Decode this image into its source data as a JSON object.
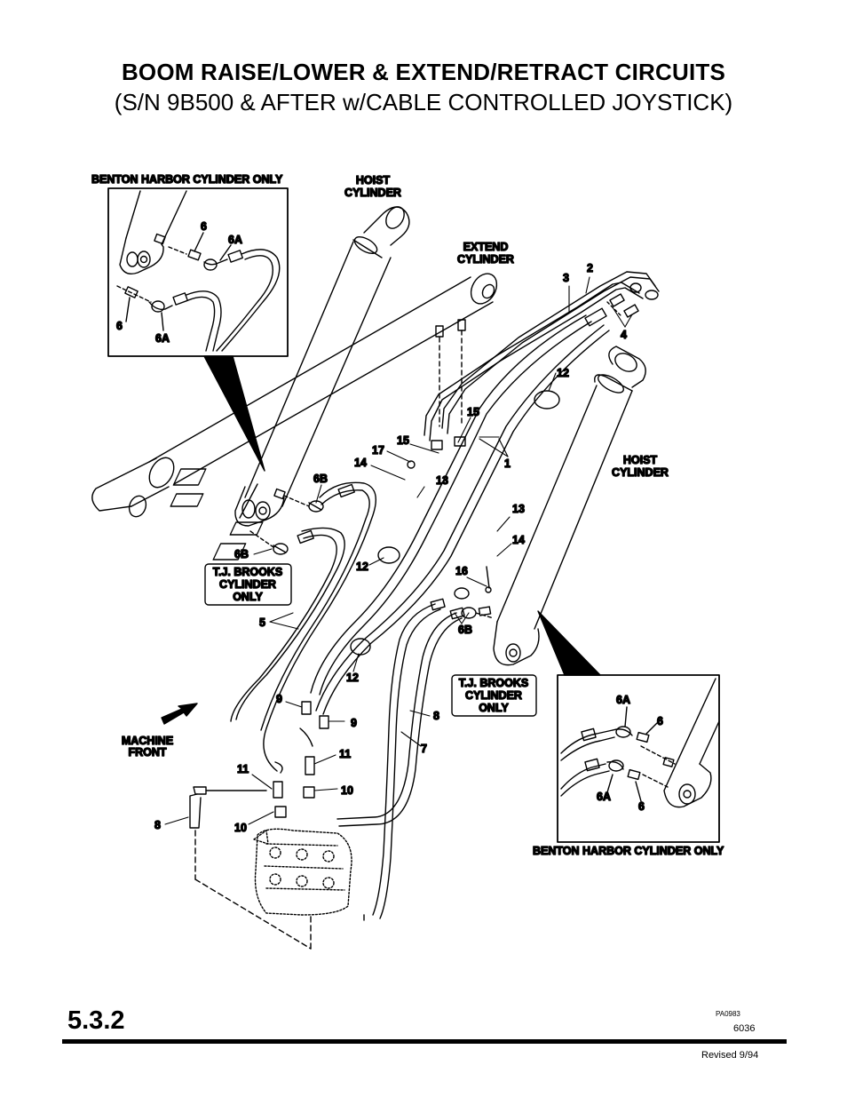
{
  "header": {
    "title": "BOOM RAISE/LOWER & EXTEND/RETRACT CIRCUITS",
    "subtitle": "(S/N 9B500 & AFTER w/CABLE CONTROLLED JOYSTICK)"
  },
  "labels": {
    "benton_top": "BENTON HARBOR CYLINDER ONLY",
    "benton_bottom": "BENTON HARBOR CYLINDER ONLY",
    "hoist_1a": "HOIST",
    "hoist_1b": "CYLINDER",
    "hoist_2a": "HOIST",
    "hoist_2b": "CYLINDER",
    "extend_a": "EXTEND",
    "extend_b": "CYLINDER",
    "tjb1_a": "T.J. BROOKS",
    "tjb1_b": "CYLINDER",
    "tjb1_c": "ONLY",
    "tjb2_a": "T.J. BROOKS",
    "tjb2_b": "CYLINDER",
    "tjb2_c": "ONLY",
    "machine_a": "MACHINE",
    "machine_b": "FRONT"
  },
  "callouts": {
    "c6_tl": "6",
    "c6a_tl": "6A",
    "c6_bl": "6",
    "c6a_bl": "6A",
    "c3": "3",
    "c2": "2",
    "c4": "4",
    "c12_top": "12",
    "c15_a": "15",
    "c15_b": "15",
    "c17": "17",
    "c14_a": "14",
    "c1": "1",
    "c6b_a": "6B",
    "c13_a": "13",
    "c13_b": "13",
    "c14_b": "14",
    "c6b_b": "6B",
    "c12_mid": "12",
    "c16": "16",
    "c5": "5",
    "c6b_c": "6B",
    "c12_low": "12",
    "c9_a": "9",
    "c9_b": "9",
    "c8_a": "8",
    "c7": "7",
    "c11_a": "11",
    "c11_b": "11",
    "c10_a": "10",
    "c10_b": "10",
    "c8_b": "8",
    "c6a_r1": "6A",
    "c6_r1": "6",
    "c6a_r2": "6A",
    "c6_r2": "6"
  },
  "footer": {
    "section": "5.3.2",
    "code": "PA0983",
    "number": "6036",
    "revised": "Revised 9/94"
  }
}
